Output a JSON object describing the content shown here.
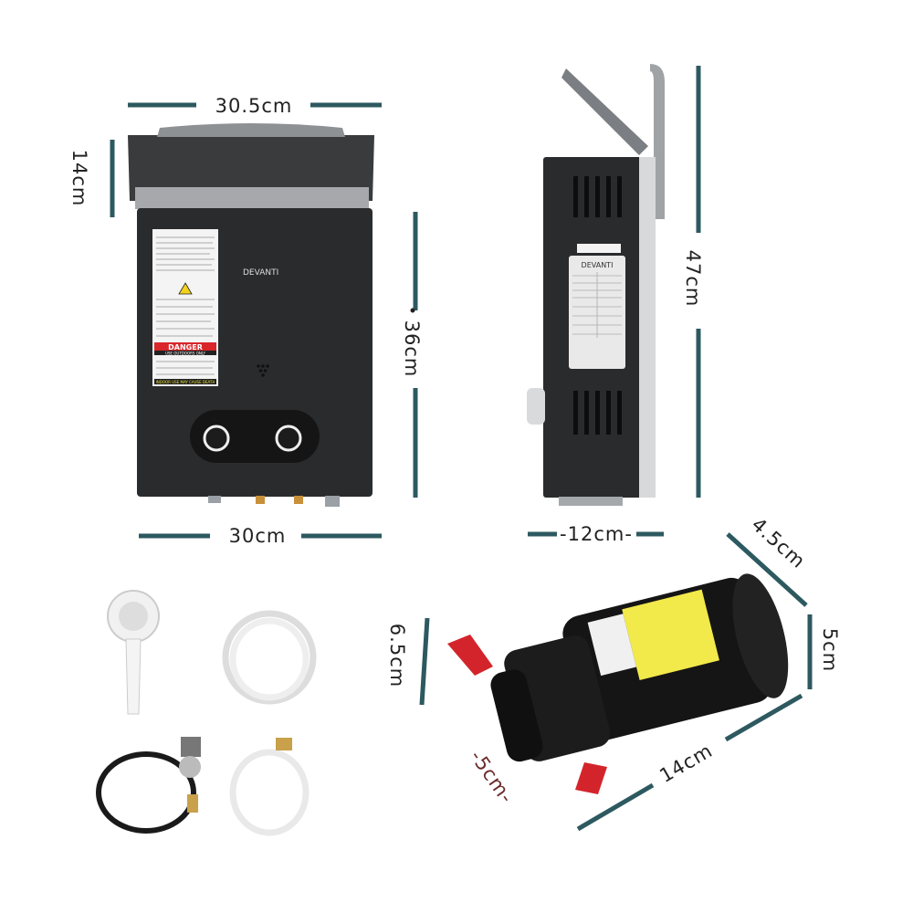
{
  "colors": {
    "dimension_line": "#2d5960",
    "dimension_text": "#222222",
    "pump_width_text": "#6b2a2a",
    "heater_body": "#2a2b2d",
    "danger_red": "#d8262a",
    "pump_cap_red": "#d4242b",
    "pump_label_yellow": "#f2e94a"
  },
  "front_view": {
    "width_top": "30.5cm",
    "depth_top": "14cm",
    "height": "36cm",
    "width_bottom": "30cm",
    "brand": "DEVANTI",
    "warning_label": {
      "danger": "DANGER",
      "outdoors": "USE OUTDOORS ONLY",
      "footer": "INDOOR USE MAY CAUSE DEATH"
    }
  },
  "side_view": {
    "depth": "-12cm-",
    "height": "47cm",
    "brand": "DEVANTI"
  },
  "pump": {
    "length": "14cm",
    "diameter": "5cm",
    "cap_length": "4.5cm",
    "height": "6.5cm",
    "width": "-5cm-"
  },
  "accessories": [
    {
      "name": "shower-head"
    },
    {
      "name": "shower-hose"
    },
    {
      "name": "gas-regulator-hose"
    },
    {
      "name": "water-hose"
    }
  ]
}
